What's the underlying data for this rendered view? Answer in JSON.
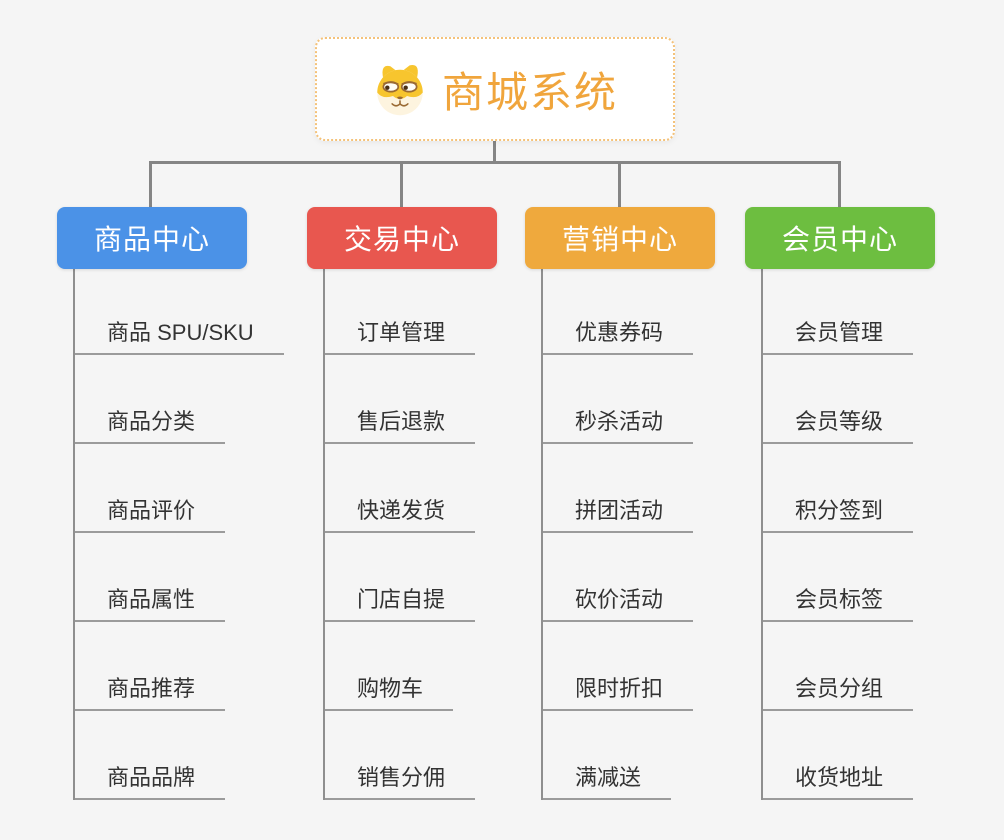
{
  "root": {
    "title": "商城系统",
    "icon": "dog-face-icon",
    "title_color": "#F0A53C",
    "border_color": "#F4C27A"
  },
  "branches": [
    {
      "label": "商品中心",
      "color": "#4B92E7",
      "items": [
        "商品 SPU/SKU",
        "商品分类",
        "商品评价",
        "商品属性",
        "商品推荐",
        "商品品牌"
      ]
    },
    {
      "label": "交易中心",
      "color": "#E8574F",
      "items": [
        "订单管理",
        "售后退款",
        "快递发货",
        "门店自提",
        "购物车",
        "销售分佣"
      ]
    },
    {
      "label": "营销中心",
      "color": "#EFA93D",
      "items": [
        "优惠券码",
        "秒杀活动",
        "拼团活动",
        "砍价活动",
        "限时折扣",
        "满减送"
      ]
    },
    {
      "label": "会员中心",
      "color": "#6DBE40",
      "items": [
        "会员管理",
        "会员等级",
        "积分签到",
        "会员标签",
        "会员分组",
        "收货地址"
      ]
    }
  ],
  "line_color": "#858585",
  "background_color": "#F5F5F5"
}
